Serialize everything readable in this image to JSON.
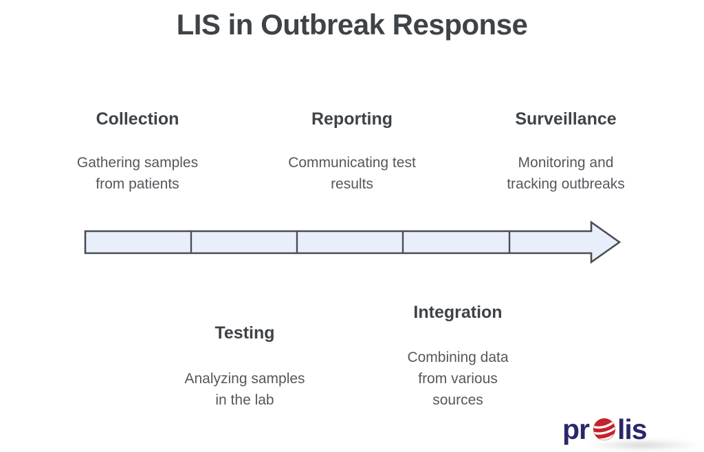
{
  "title": "LIS in Outbreak Response",
  "stages": [
    {
      "label": "Collection",
      "description": "Gathering samples\nfrom patients",
      "position": "top"
    },
    {
      "label": "Reporting",
      "description": "Communicating test\nresults",
      "position": "top"
    },
    {
      "label": "Surveillance",
      "description": "Monitoring and\ntracking outbreaks",
      "position": "top"
    },
    {
      "label": "Testing",
      "description": "Analyzing samples\nin the lab",
      "position": "bottom"
    },
    {
      "label": "Integration",
      "description": "Combining data\nfrom various\nsources",
      "position": "bottom"
    }
  ],
  "arrow": {
    "segments": 5,
    "direction": "right",
    "fill": "#e9eefb",
    "border": "#4b4d53"
  },
  "logo": {
    "text_pre": "pr",
    "text_post": "lis",
    "navy": "#29276b",
    "red": "#c4232b"
  },
  "colors": {
    "title": "#3e4347",
    "heading": "#3e4347",
    "body": "#54575c",
    "background": "#ffffff"
  }
}
